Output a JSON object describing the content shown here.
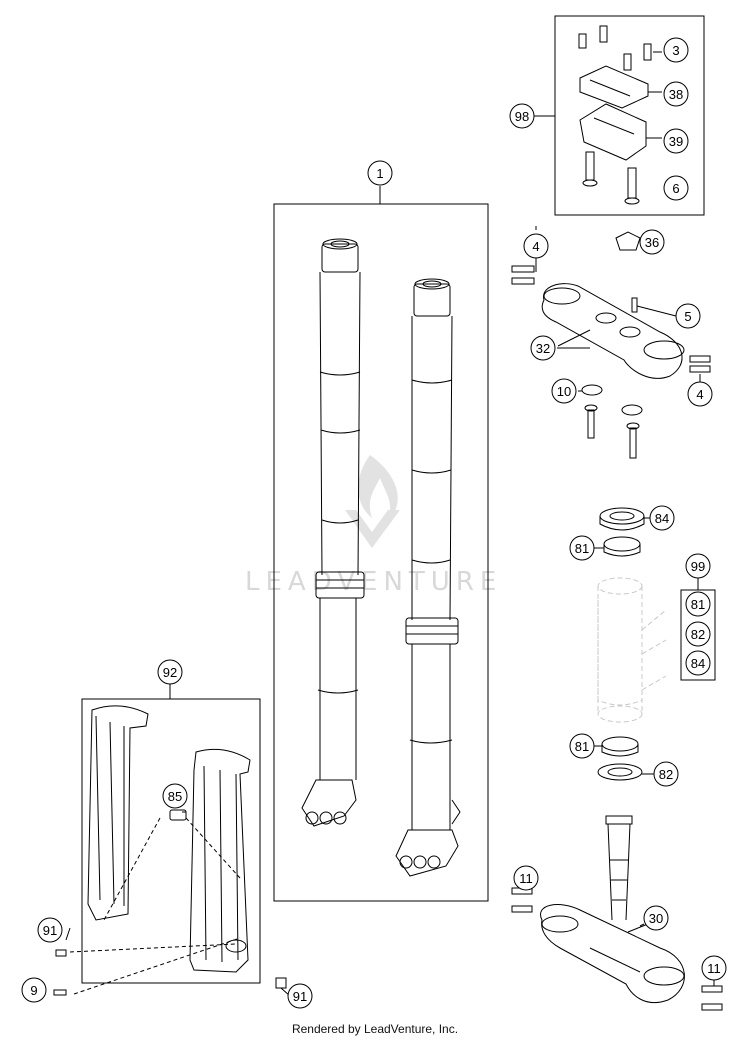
{
  "watermark": {
    "brand": "LEADVENTURE"
  },
  "footer": {
    "text": "Rendered by LeadVenture, Inc."
  },
  "callouts": {
    "c1": "1",
    "c3": "3",
    "c38": "38",
    "c39": "39",
    "c98": "98",
    "c6": "6",
    "c36": "36",
    "c4a": "4",
    "c5": "5",
    "c32": "32",
    "c4b": "4",
    "c10": "10",
    "c84a": "84",
    "c81a": "81",
    "c99": "99",
    "c81b": "81",
    "c82b": "82",
    "c84b": "84",
    "c81c": "81",
    "c82c": "82",
    "c92": "92",
    "c85": "85",
    "c91a": "91",
    "c9": "9",
    "c91b": "91",
    "c11a": "11",
    "c30": "30",
    "c11b": "11"
  },
  "colors": {
    "line": "#000000",
    "ghost": "#c8c8c8",
    "watermark": "#d8d8d8"
  }
}
